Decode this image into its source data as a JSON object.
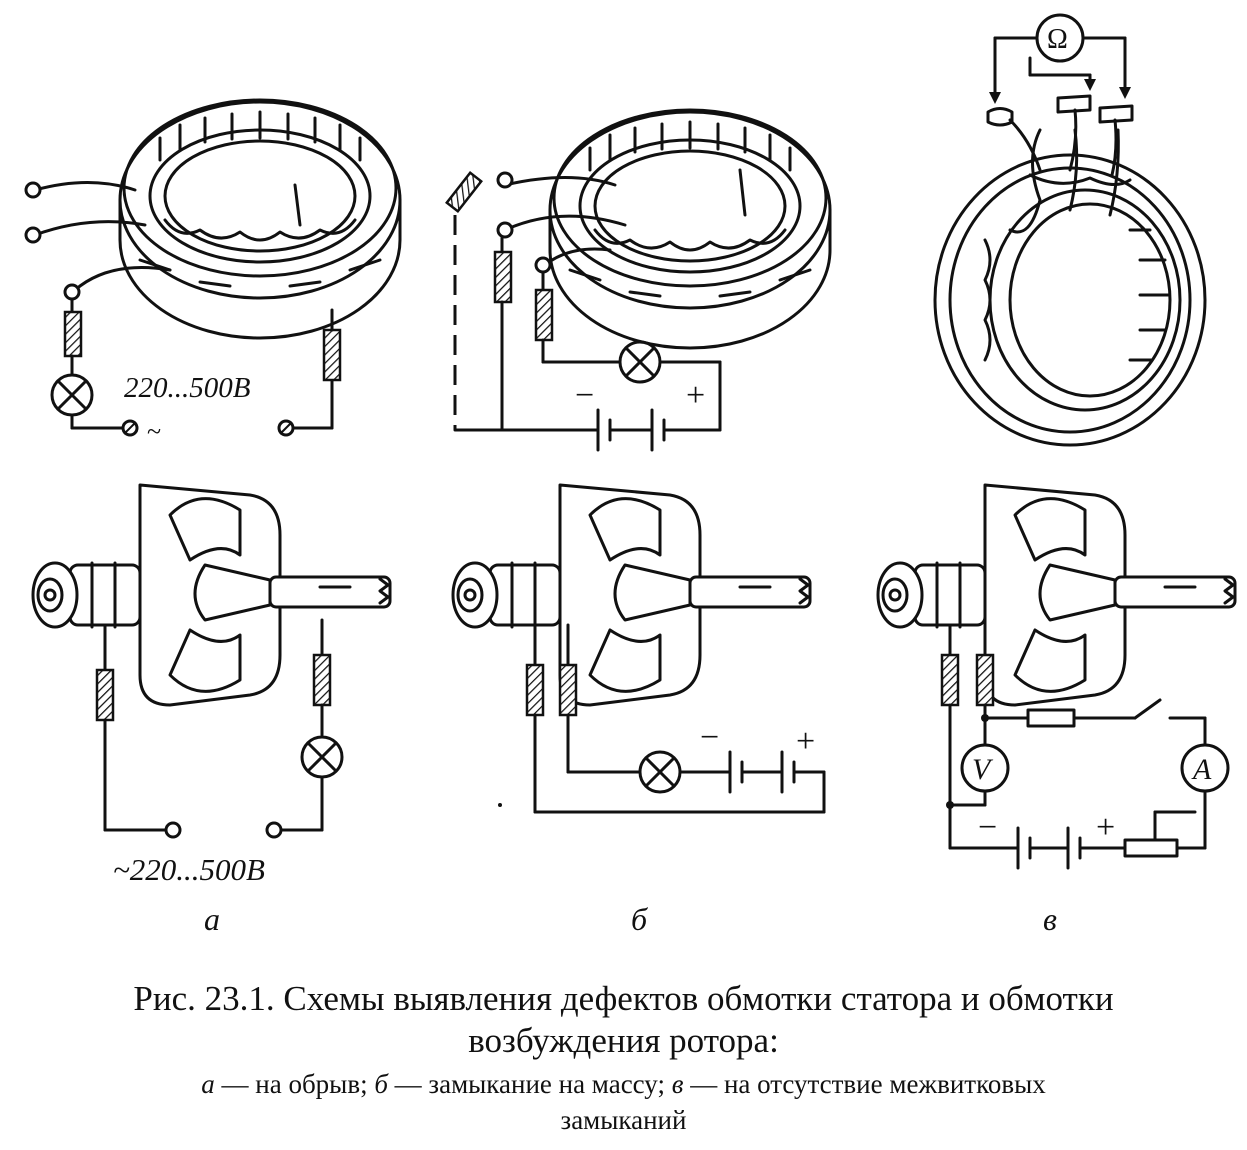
{
  "labels": {
    "voltage_top": "220...500В",
    "tilde": "~",
    "voltage_bottom": "~220...500В",
    "minus": "−",
    "plus": "+",
    "ohm": "Ω",
    "volt": "V",
    "amp": "A"
  },
  "panels": [
    "а",
    "б",
    "в"
  ],
  "caption": {
    "line1": "Рис. 23.1. Схемы выявления дефектов обмотки статора и обмотки",
    "line2": "возбуждения ротора:",
    "legend": [
      {
        "letter": "а",
        "text": " — на обрыв; "
      },
      {
        "letter": "б",
        "text": " — замыкание на массу; "
      },
      {
        "letter": "в",
        "text": " — на отсутствие межвитковых"
      }
    ],
    "line4": "замыканий"
  }
}
